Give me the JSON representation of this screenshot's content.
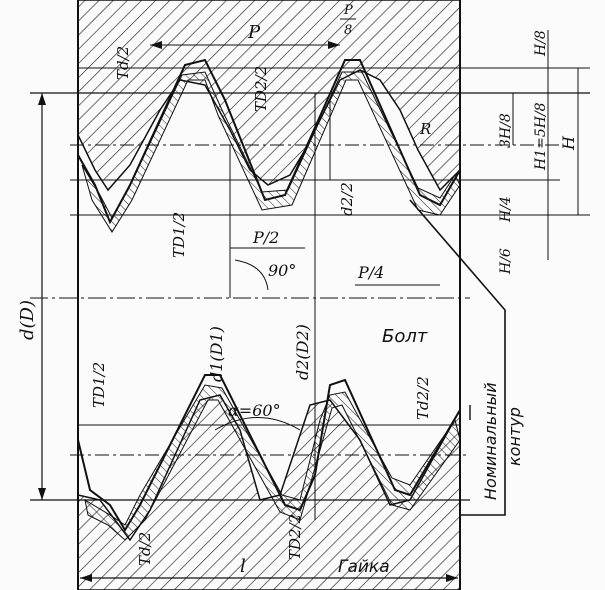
{
  "labels": {
    "P_top": "P",
    "P8_num": "P",
    "P8_den": "8",
    "Td2_top": "Td/2",
    "TD2_top": "TD2/2",
    "R": "R",
    "d2_inner": "d2/2",
    "TD1_left": "TD1/2",
    "P_half": "P/2",
    "angle90": "90°",
    "P_quarter": "P/4",
    "big_d": "d(D)",
    "d1": "d1(D1)",
    "d2": "d2(D2)",
    "bolt": "Болт",
    "nominal1": "Номинальный",
    "nominal2": "контур",
    "TD1_bottom": "TD1/2",
    "alpha": "α=60°",
    "Td2_bottom": "Td2/2",
    "Td_bottom": "Td/2",
    "TD2_bottom": "TD2/2",
    "l": "l",
    "nut": "Гайка",
    "H8": "H/8",
    "H3_8": "3H/8",
    "H1": "H1=5H/8",
    "H": "H",
    "H4": "H/4",
    "H6": "H/6"
  }
}
